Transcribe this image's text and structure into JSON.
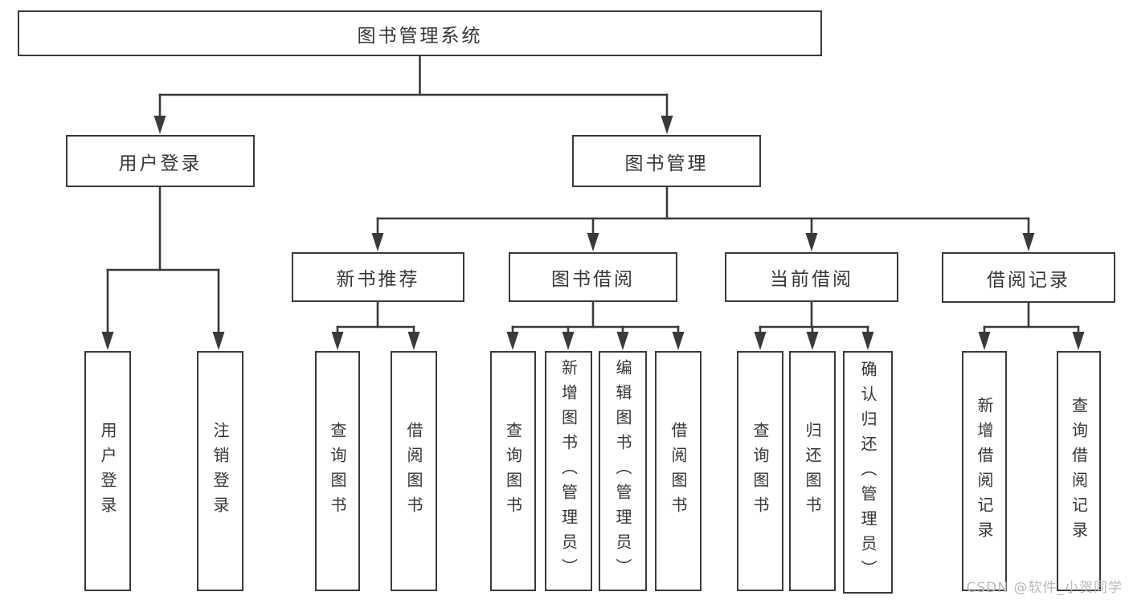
{
  "watermark": "CSDN @软件_小贺同学",
  "colors": {
    "line": "#3a3a3a",
    "text": "#363636",
    "watermark": "#b9b9b9"
  },
  "tree": {
    "root": {
      "label": "图书管理系统"
    },
    "login": {
      "label": "用户登录",
      "children": [
        {
          "label": "用户登录"
        },
        {
          "label": "注销登录"
        }
      ]
    },
    "management": {
      "label": "图书管理",
      "sections": [
        {
          "label": "新书推荐",
          "children": [
            {
              "label": "查询图书"
            },
            {
              "label": "借阅图书"
            }
          ]
        },
        {
          "label": "图书借阅",
          "children": [
            {
              "label": "查询图书"
            },
            {
              "label": "新增图书（管理员）"
            },
            {
              "label": "编辑图书（管理员）"
            },
            {
              "label": "借阅图书"
            }
          ]
        },
        {
          "label": "当前借阅",
          "children": [
            {
              "label": "查询图书"
            },
            {
              "label": "归还图书"
            },
            {
              "label": "确认归还（管理员）"
            }
          ]
        },
        {
          "label": "借阅记录",
          "children": [
            {
              "label": "新增借阅记录"
            },
            {
              "label": "查询借阅记录"
            }
          ]
        }
      ]
    }
  }
}
